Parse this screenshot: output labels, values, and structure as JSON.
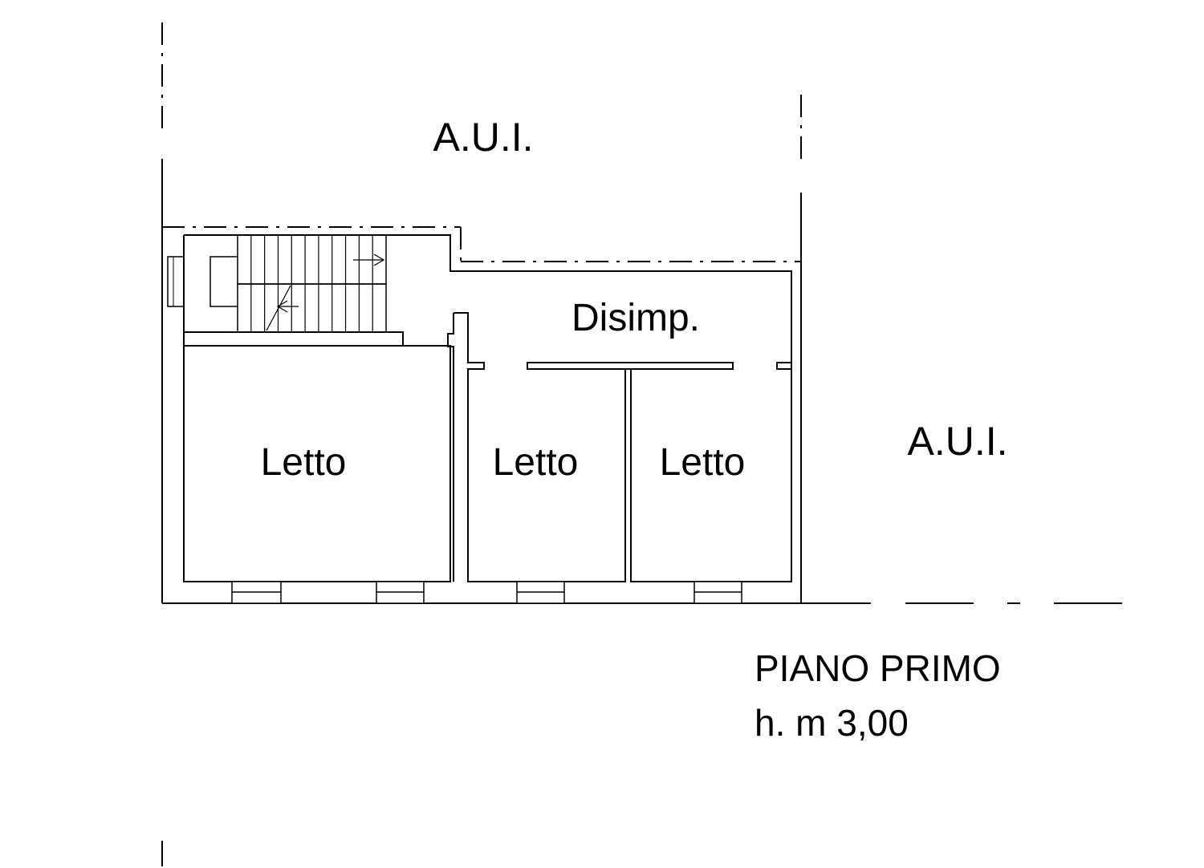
{
  "labels": {
    "aui_top": "A.U.I.",
    "aui_right": "A.U.I.",
    "disimpegno": "Disimp.",
    "room_1": "Letto",
    "room_2": "Letto",
    "room_3": "Letto"
  },
  "title": {
    "floor_name": "PIANO PRIMO",
    "height": "h. m 3,00"
  },
  "colors": {
    "line": "#000000",
    "background": "#ffffff"
  }
}
